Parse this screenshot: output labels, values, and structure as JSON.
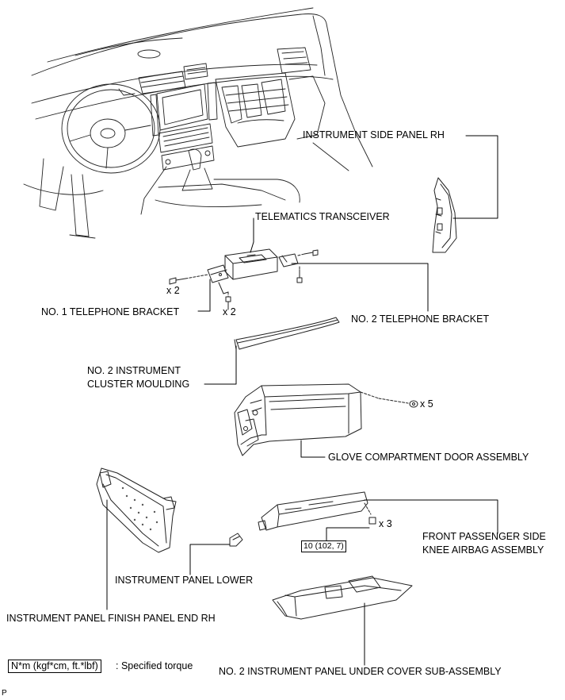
{
  "labels": {
    "instrument_side_panel_rh": "INSTRUMENT SIDE PANEL RH",
    "telematics_transceiver": "TELEMATICS TRANSCEIVER",
    "no1_telephone_bracket": "NO. 1 TELEPHONE BRACKET",
    "no2_telephone_bracket": "NO. 2 TELEPHONE BRACKET",
    "no2_instrument_cluster_moulding_line1": "NO. 2 INSTRUMENT",
    "no2_instrument_cluster_moulding_line2": "CLUSTER MOULDING",
    "glove_compartment_door_assembly": "GLOVE COMPARTMENT DOOR ASSEMBLY",
    "front_passenger_knee_airbag_line1": "FRONT PASSENGER SIDE",
    "front_passenger_knee_airbag_line2": "KNEE AIRBAG ASSEMBLY",
    "instrument_panel_lower": "INSTRUMENT PANEL LOWER",
    "instrument_panel_finish_panel_end_rh": "INSTRUMENT PANEL FINISH PANEL END RH",
    "no2_instrument_panel_under_cover": "NO. 2 INSTRUMENT PANEL UNDER COVER SUB-ASSEMBLY"
  },
  "quantities": {
    "bracket1_screw_upper": "x 2",
    "bracket1_screw_lower": "x 2",
    "glove_box_screws": "x 5",
    "airbag_bolts": "x 3"
  },
  "torque": {
    "airbag_bolt": "10 (102, 7)"
  },
  "legend": {
    "unit": "N*m (kgf*cm, ft.*lbf)",
    "description": ": Specified torque"
  },
  "corner_mark": "P"
}
